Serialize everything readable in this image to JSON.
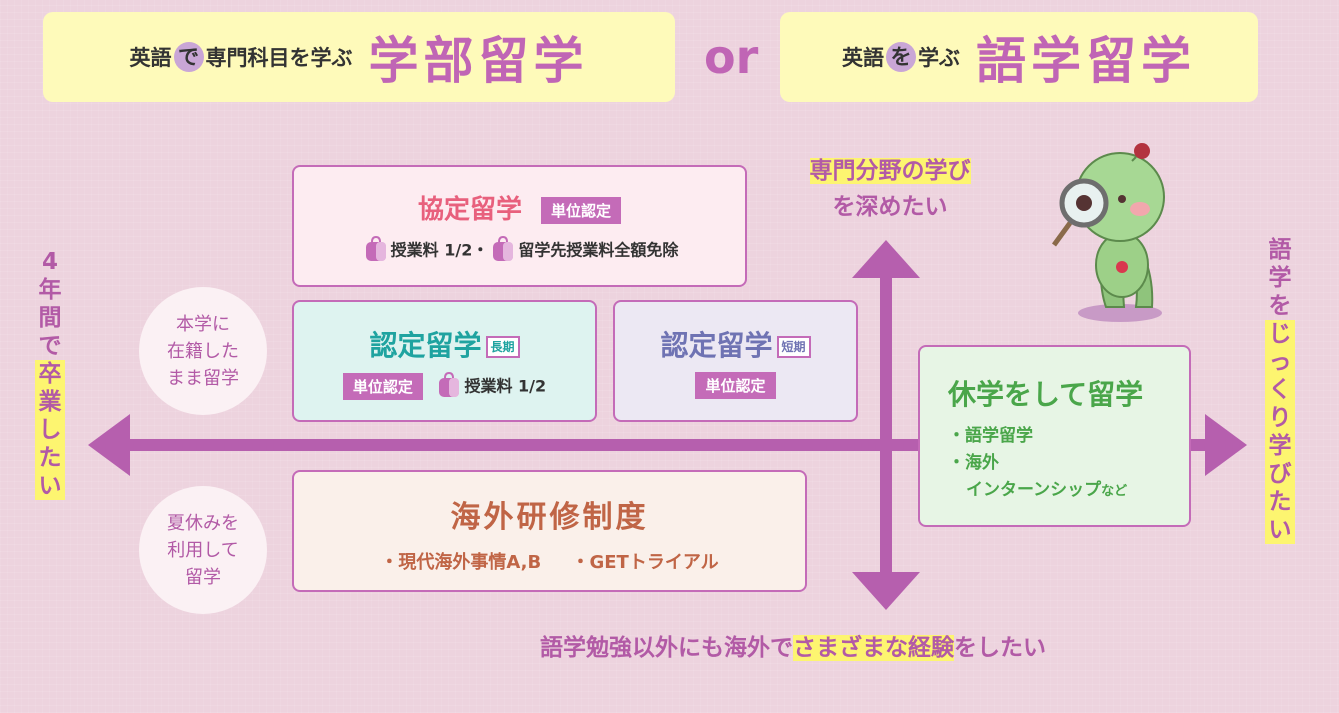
{
  "banner_left": {
    "pre": "英語",
    "particle": "で",
    "post": "専門科目を学ぶ",
    "big": "学部留学"
  },
  "or": "or",
  "banner_right": {
    "pre": "英語",
    "particle": "を",
    "post": "学ぶ",
    "big": "語学留学"
  },
  "axis": {
    "top": [
      "専門分野の学び",
      "を深めたい"
    ],
    "bottom_pre": "語学勉強以外にも海外で",
    "bottom_hl": "さまざまな経験",
    "bottom_post": "をしたい",
    "left_pre": "4年間で",
    "left_hl": "卒業したい",
    "right_pre": "語学を",
    "right_hl": "じっくり学びたい"
  },
  "bubbles": {
    "upper": [
      "本学に",
      "在籍した",
      "まま留学"
    ],
    "lower": [
      "夏休みを",
      "利用して",
      "留学"
    ]
  },
  "kyotei": {
    "title": "協定留学",
    "tag": "単位認定",
    "fee1": "授業料 1/2・",
    "fee2": "留学先授業料全額免除"
  },
  "nintei_long": {
    "title": "認定留学",
    "sub": "長期",
    "tag": "単位認定",
    "fee": "授業料 1/2"
  },
  "nintei_short": {
    "title": "認定留学",
    "sub": "短期",
    "tag": "単位認定"
  },
  "kaigai": {
    "title": "海外研修制度",
    "item1": "・現代海外事情A,B",
    "item2": "・GETトライアル"
  },
  "kyugaku": {
    "title": "休学をして留学",
    "item1": "・語学留学",
    "item2": "・海外",
    "item3": "インターンシップ",
    "item3_suffix": "など"
  },
  "colors": {
    "background": "#edd3de",
    "accent": "#c065b5",
    "banner": "#fefaba",
    "highlight": "#fdf570",
    "kyotei": "#e8607d",
    "nintei_long": "#1fa3a0",
    "nintei_short": "#6f73b3",
    "kaigai": "#c06546",
    "kyugaku": "#4aa64a"
  },
  "icons": [
    "purse-icon",
    "magnifier-mascot"
  ]
}
